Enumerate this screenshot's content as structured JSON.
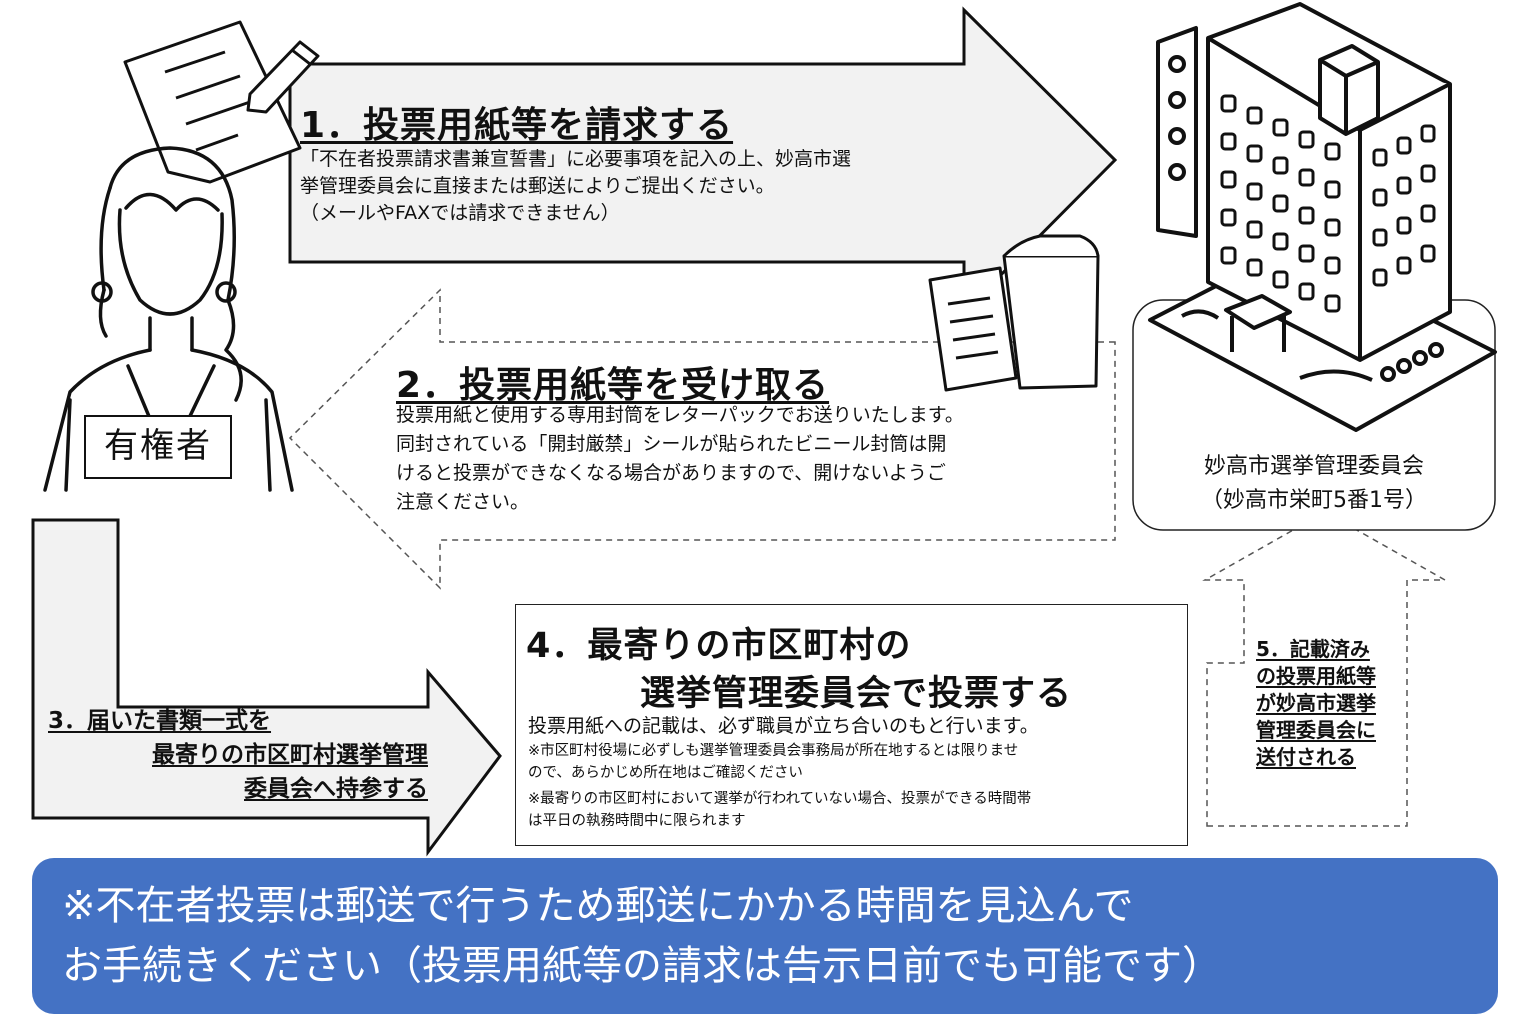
{
  "voter": {
    "label": "有権者"
  },
  "step1": {
    "title": "1．投票用紙等を請求する",
    "lines": [
      "「不在者投票請求書兼宣誓書」に必要事項を記入の上、妙高市選",
      "挙管理委員会に直接または郵送によりご提出ください。",
      "（メールやFAXでは請求できません）"
    ]
  },
  "step2": {
    "title": "2．投票用紙等を受け取る",
    "lines": [
      "投票用紙と使用する専用封筒をレターパックでお送りいたします。",
      "同封されている「開封厳禁」シールが貼られたビニール封筒は開",
      "けると投票ができなくなる場合がありますので、開けないようご",
      "注意ください。"
    ]
  },
  "step3": {
    "lines": [
      "3．届いた書類一式を",
      "最寄りの市区町村選挙管理",
      "委員会へ持参する"
    ]
  },
  "step4": {
    "title_lines": [
      "4．最寄りの市区町村の",
      "選挙管理委員会で投票する"
    ],
    "main": "投票用紙への記載は、必ず職員が立ち合いのもと行います。",
    "notes": [
      "※市区町村役場に必ずしも選挙管理委員会事務局が所在地するとは限りませ",
      "ので、あらかじめ所在地はご確認ください",
      "※最寄りの市区町村において選挙が行われていない場合、投票ができる時間帯",
      "は平日の執務時間中に限られます"
    ]
  },
  "step5": {
    "lines": [
      "5．記載済み",
      "の投票用紙等",
      "が妙高市選挙",
      "管理委員会に",
      "送付される"
    ]
  },
  "committee": {
    "name": "妙高市選挙管理委員会",
    "address": "（妙高市栄町5番1号）"
  },
  "footer": {
    "lines": [
      "※不在者投票は郵送で行うため郵送にかかる時間を見込んで",
      "お手続きください（投票用紙等の請求は告示日前でも可能です）"
    ]
  },
  "colors": {
    "footer_bg": "#4472c4",
    "arrow_fill": "#f2f2f2",
    "arrow_stroke": "#111111"
  },
  "icons": [
    "pen-paper-icon",
    "woman-icon",
    "documents-icon",
    "envelope-icon",
    "building-icon"
  ]
}
